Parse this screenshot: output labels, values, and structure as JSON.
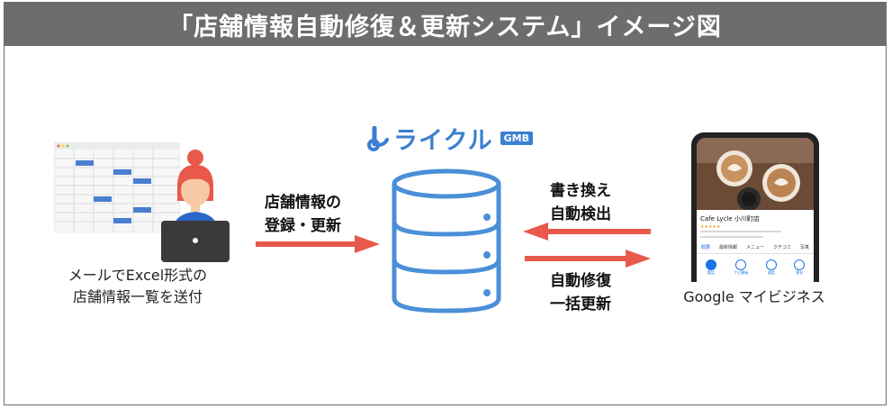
{
  "title": "「店舗情報自動修復＆更新システム」イメージ図",
  "left_caption": [
    "メールでExcel形式の",
    "店舗情報一覧を送付"
  ],
  "arrow_register_label": [
    "店舗情報の",
    "登録・更新"
  ],
  "brand": {
    "name": "ライクル",
    "badge": "GMB"
  },
  "arrow_rewrite_label": [
    "書き換え",
    "自動検出"
  ],
  "arrow_repair_label": [
    "自動修復",
    "一括更新"
  ],
  "right_caption": "Google マイビジネス",
  "phone": {
    "shop_name": "Cafe Lycle 小川町店",
    "tabs": [
      "概要",
      "最新情報",
      "メニュー",
      "クチコミ",
      "写真"
    ],
    "actions": [
      "電話",
      "ナビ開始",
      "通話",
      "保存"
    ]
  },
  "colors": {
    "arrow": "#e8594b",
    "db": "#4a8fd8",
    "brand": "#3a7fd0",
    "title_bg": "#6d6d6d"
  }
}
